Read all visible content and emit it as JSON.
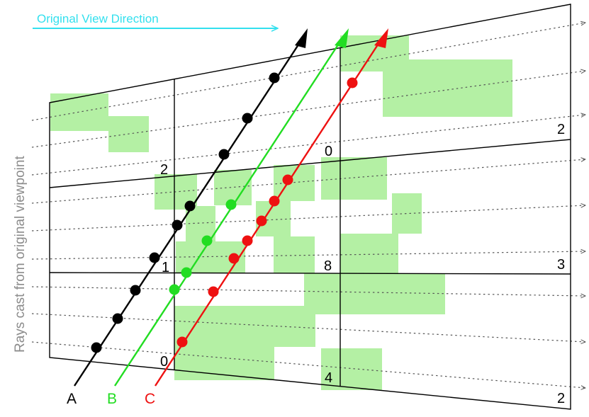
{
  "title": "Original View Direction",
  "side_label": "Rays cast from original viewpoint",
  "colors": {
    "title": "#33e0ee",
    "side_label": "#8c8c8c",
    "occupied_fill": "#b4f0a4",
    "ray_a": "#000000",
    "ray_b": "#22dd22",
    "ray_c": "#ee1111",
    "grid": "#000000",
    "dotted_ray": "#555555"
  },
  "cell_labels": [
    "2",
    "0",
    "2",
    "1",
    "8",
    "3",
    "0",
    "4",
    "2"
  ],
  "rays": [
    {
      "label": "A",
      "color": "#000000"
    },
    {
      "label": "B",
      "color": "#22dd22"
    },
    {
      "label": "C",
      "color": "#ee1111"
    }
  ]
}
